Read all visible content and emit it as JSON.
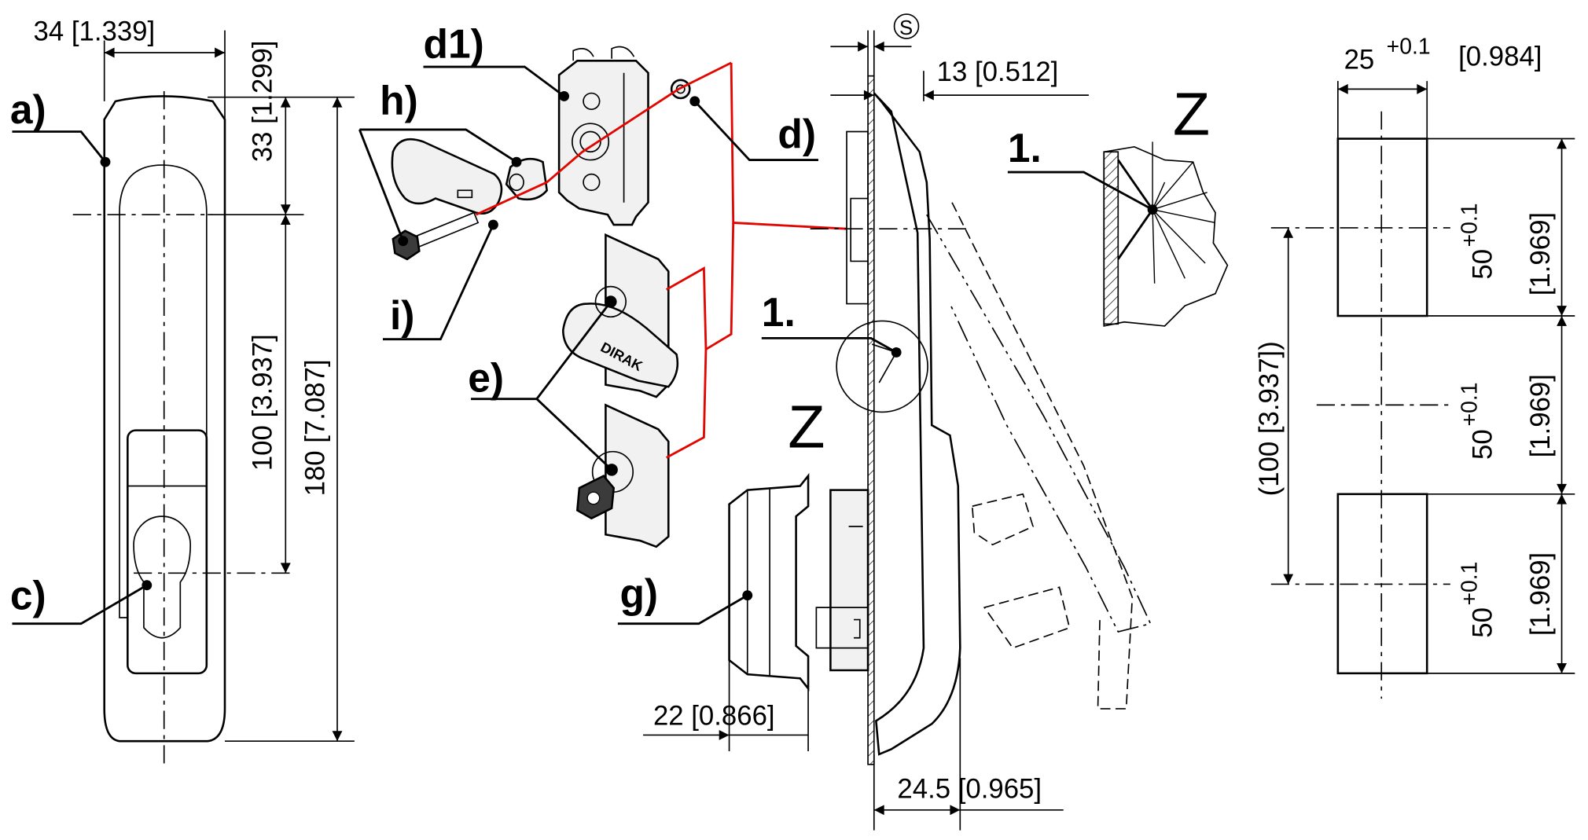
{
  "labels": {
    "a": "a)",
    "c": "c)",
    "d1": "d1)",
    "d": "d)",
    "h": "h)",
    "i": "i)",
    "e": "e)",
    "g": "g)",
    "detail_ref_1": "1.",
    "detail_ref_2": "1.",
    "detail_z_1": "Z",
    "detail_z_2": "Z",
    "surface_symbol": "S",
    "insert_brand": "DIRAK"
  },
  "dimensions": {
    "width_34": "34 [1.339]",
    "top_33": "33 [1.299]",
    "pitch_100": "100 [3.937]",
    "length_180": "180 [7.087]",
    "depth_13": "13 [0.512]",
    "depth_22": "22 [0.866]",
    "depth_245": "24.5 [0.965]",
    "cutout_25": "25",
    "cutout_25_tol": "+0.1",
    "cutout_25_in": "[0.984]",
    "cutout_50_a": "50",
    "cutout_50_a_tol": "+0.1",
    "cutout_50_a_in": "[1.969]",
    "cutout_50_b": "50",
    "cutout_50_b_tol": "+0.1",
    "cutout_50_b_in": "[1.969]",
    "cutout_50_c": "50",
    "cutout_50_c_tol": "+0.1",
    "cutout_50_c_in": "[1.969]",
    "cutout_pitch": "(100 [3.937])"
  }
}
